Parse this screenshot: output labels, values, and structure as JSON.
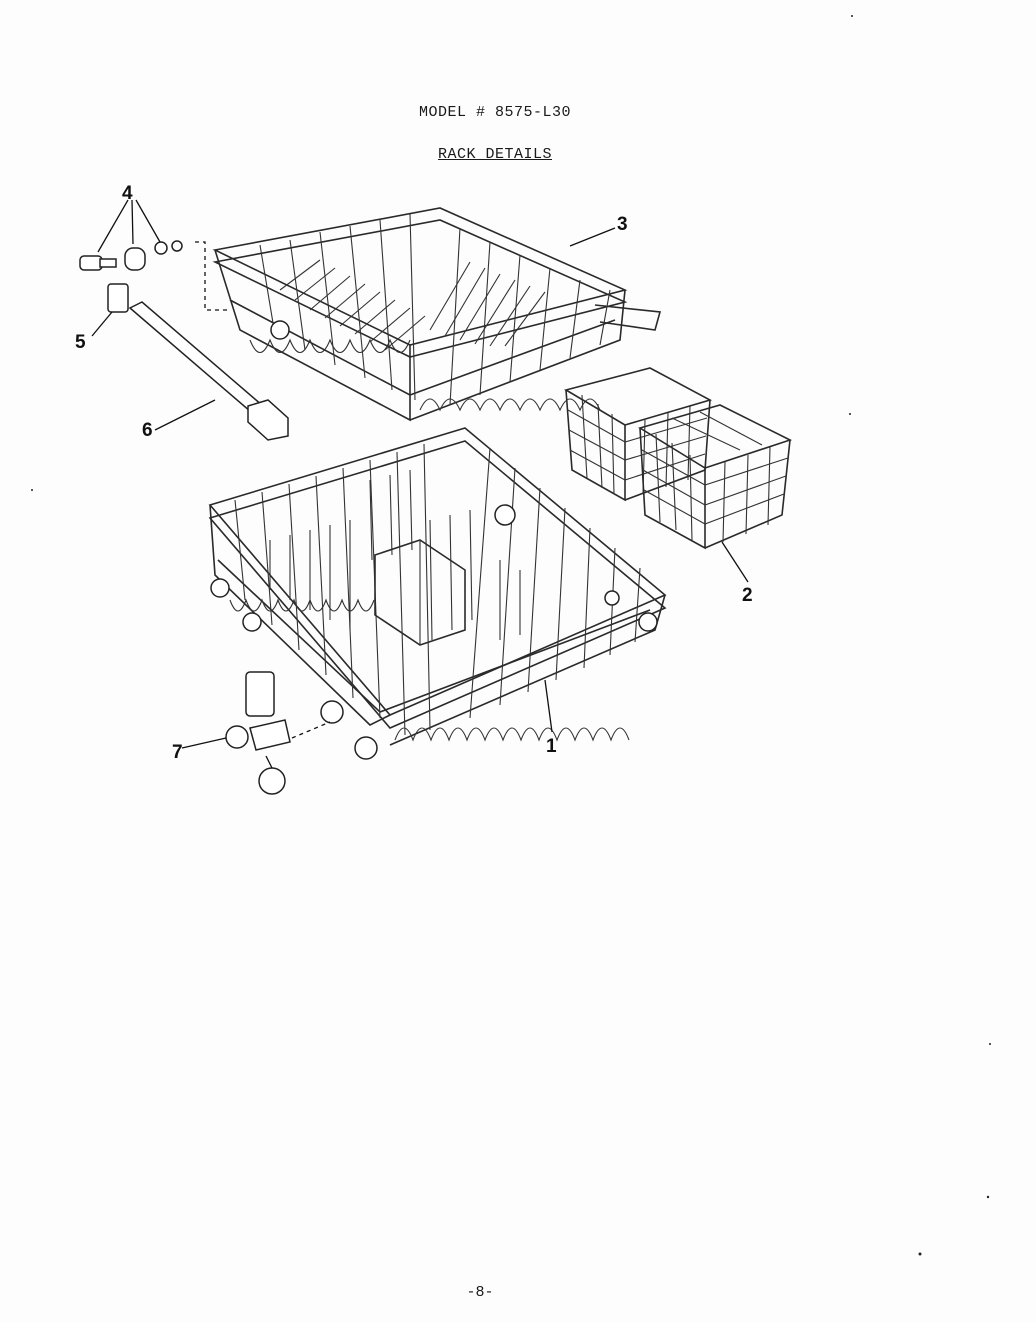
{
  "header": {
    "model": "MODEL # 8575-L30",
    "section_title": "RACK DETAILS"
  },
  "parts": [
    {
      "callout": "1",
      "icon": "lower-rack"
    },
    {
      "callout": "2",
      "icon": "silverware-basket"
    },
    {
      "callout": "3",
      "icon": "upper-rack"
    },
    {
      "callout": "4",
      "icon": "roller-hardware"
    },
    {
      "callout": "5",
      "icon": "rack-stop"
    },
    {
      "callout": "6",
      "icon": "slide-rail"
    },
    {
      "callout": "7",
      "icon": "roller-assembly"
    }
  ],
  "footer": {
    "page_number": "-8-"
  }
}
